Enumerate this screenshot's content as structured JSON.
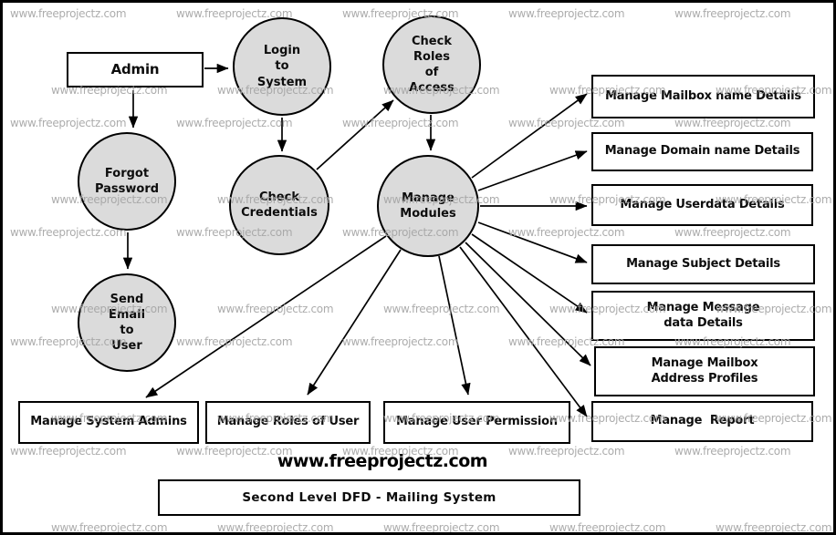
{
  "title_caption": "Second Level DFD - Mailing System",
  "site_logo": "www.freeprojectz.com",
  "watermark": {
    "text": "www.freeprojectz.com"
  },
  "colors": {
    "process_fill": "#dbdbdb",
    "stroke": "#000000",
    "watermark_gray": "#a4a4a4",
    "background": "#ffffff"
  },
  "entities": {
    "admin": {
      "label": "Admin"
    }
  },
  "processes": {
    "login": {
      "label": "Login\nto\nSystem"
    },
    "check_roles": {
      "label": "Check\nRoles\nof\nAccess"
    },
    "forgot_password": {
      "label": "Forgot\nPassword"
    },
    "check_credentials": {
      "label": "Check\nCredentials"
    },
    "manage_modules": {
      "label": "Manage\nModules"
    },
    "send_email": {
      "label": "Send\nEmail\nto\nUser"
    }
  },
  "outputs": {
    "mailbox_name": {
      "label": "Manage Mailbox name Details"
    },
    "domain_name": {
      "label": "Manage Domain name Details"
    },
    "userdata": {
      "label": "Manage Userdata Details"
    },
    "subject": {
      "label": "Manage Subject Details"
    },
    "message_data": {
      "label": "Manage Message\ndata Details"
    },
    "mailbox_address": {
      "label": "Manage Mailbox\nAddress Profiles"
    },
    "report": {
      "label": "Manage  Report"
    },
    "system_admins": {
      "label": "Manage System Admins"
    },
    "roles_of_user": {
      "label": "Manage Roles of User"
    },
    "user_permission": {
      "label": "Manage User Permission"
    }
  }
}
